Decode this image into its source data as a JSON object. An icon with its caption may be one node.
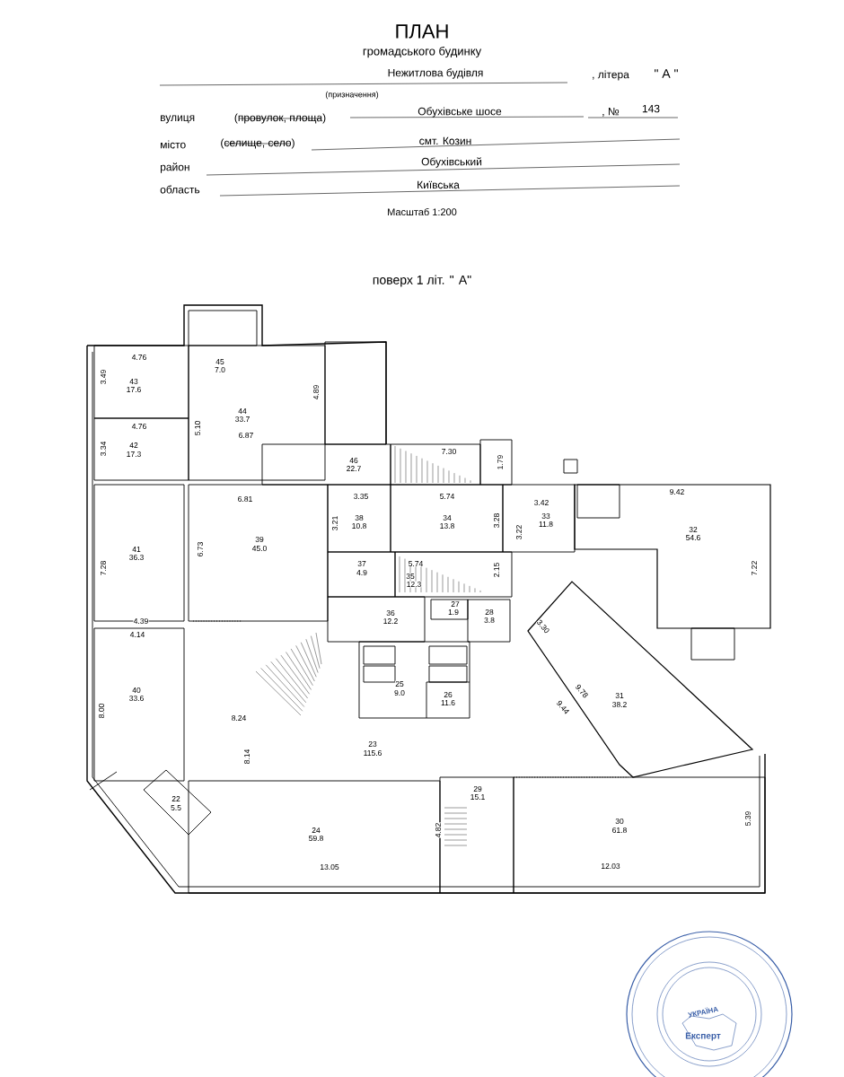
{
  "diagram": {
    "title": "ПЛАН",
    "labels": [
      "громадського будинку",
      "Нежитлова будівля",
      ", літера",
      "\" А \"",
      "(призначення)",
      "вулиця",
      "(провулок, площа)",
      "Обухівське шосе",
      ", №",
      "143",
      "місто",
      "(селище, село)",
      "смт. Козин",
      "район",
      "Обухівський",
      "область",
      "Київська",
      "Масштаб 1:200",
      "поверх 1 літ. \" А\"",
      "45",
      "7.0",
      "4.76",
      "3.49",
      "43",
      "17.6",
      "4.89",
      "44",
      "33.7",
      "4.76",
      "5.10",
      "6.87",
      "42",
      "17.3",
      "3.34",
      "7.30",
      "1.79",
      "46",
      "22.7",
      "9.42",
      "6.81",
      "3.35",
      "5.74",
      "3.42",
      "33",
      "11.8",
      "38",
      "10.8",
      "34",
      "13.8",
      "3.21",
      "3.28",
      "3.22",
      "32",
      "54.6",
      "39",
      "45.0",
      "41",
      "36.3",
      "6.73",
      "7.28",
      "7.22",
      "37",
      "4.9",
      "5.74",
      "35",
      "12.3",
      "2.15",
      "27",
      "1.9",
      "36",
      "12.2",
      "28",
      "3.8",
      "4.39",
      "3.30",
      "4.14",
      "25",
      "9.0",
      "40",
      "33.6",
      "9.78",
      "31",
      "38.2",
      "26",
      "11.6",
      "9.44",
      "8.00",
      "8.24",
      "23",
      "115.6",
      "8.14",
      "29",
      "15.1",
      "22",
      "5.5",
      "30",
      "61.8",
      "5.39",
      "24",
      "59.8",
      "4.82",
      "13.05",
      "12.03",
      "УКРАЇНА",
      "Експерт"
    ]
  }
}
